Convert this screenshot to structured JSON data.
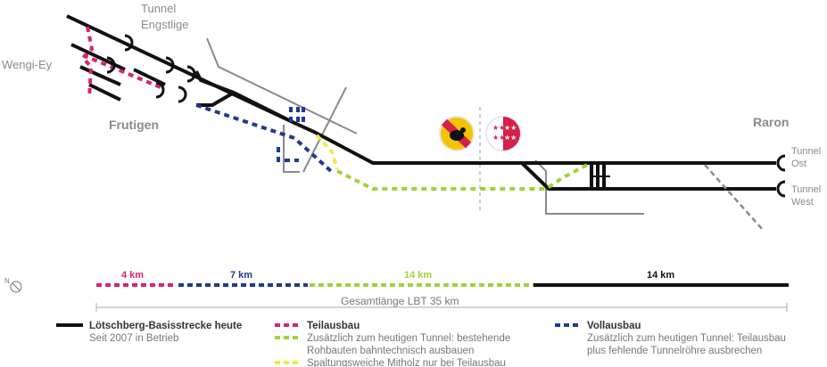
{
  "places": {
    "wengi": "Wengi-Ey",
    "tunnel_engstligen_1": "Tunnel",
    "tunnel_engstligen_2": "Engstlige",
    "frutigen": "Frutigen",
    "raron": "Raron",
    "tunnel_ost_1": "Tunnel",
    "tunnel_ost_2": "Ost",
    "tunnel_west_1": "Tunnel",
    "tunnel_west_2": "West"
  },
  "lengths": {
    "seg1": "4 km",
    "seg2": "7 km",
    "seg3": "14 km",
    "seg4": "14 km",
    "total": "Gesamtlänge LBT 35 km"
  },
  "legend": {
    "today_title": "Lötschberg-Basisstrecke heute",
    "today_sub": "Seit 2007 in Betrieb",
    "teil_title": "Teilausbau",
    "green_line1": "Zusätzlich zum heutigen Tunnel: bestehende",
    "green_line2": "Rohbauten bahntechnisch ausbauen",
    "yellow_line": "Spaltungsweiche Mitholz nur bei Teilausbau",
    "voll_title": "Vollausbau",
    "voll_line1": "Zusätzlich zum heutigen Tunnel: Teilausbau",
    "voll_line2": "plus fehlende Tunnelröhre ausbrechen"
  },
  "colors": {
    "track": "#111111",
    "magenta": "#d6246e",
    "blue": "#1f3a8f",
    "green": "#9fd33a",
    "yellow": "#f2e84a",
    "gray": "#8a8a8a",
    "bern_yellow": "#f2c500",
    "valais_red": "#d6204a"
  },
  "icons": {
    "compass": "north-compass-icon",
    "portal": "tunnel-portal-icon",
    "bern": "bern-coat-of-arms-icon",
    "valais": "valais-coat-of-arms-icon"
  }
}
